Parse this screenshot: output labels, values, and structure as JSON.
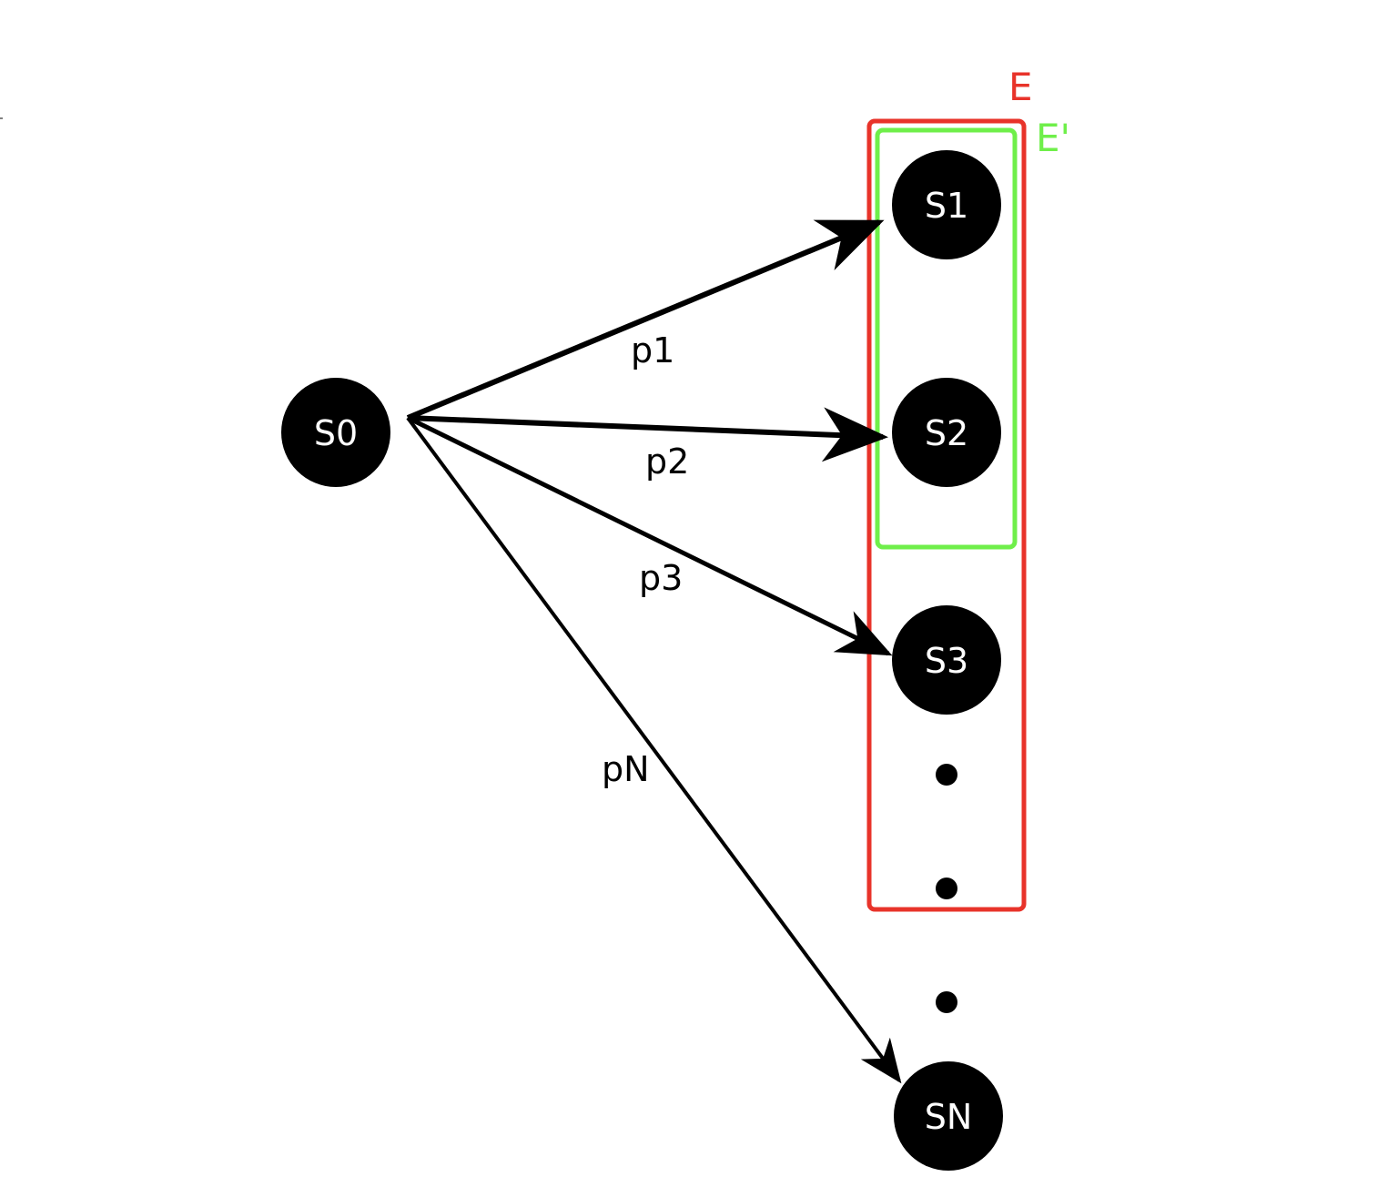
{
  "colors": {
    "node": "#000000",
    "node_text": "#ffffff",
    "edge": "#000000",
    "set_E": "#e8332a",
    "set_E_prime": "#6fef4a"
  },
  "nodes": {
    "s0": "S0",
    "s1": "S1",
    "s2": "S2",
    "s3": "S3",
    "sn": "SN"
  },
  "edges": {
    "p1": "p1",
    "p2": "p2",
    "p3": "p3",
    "pn": "pN"
  },
  "sets": {
    "E": "E",
    "E_prime": "E'"
  }
}
